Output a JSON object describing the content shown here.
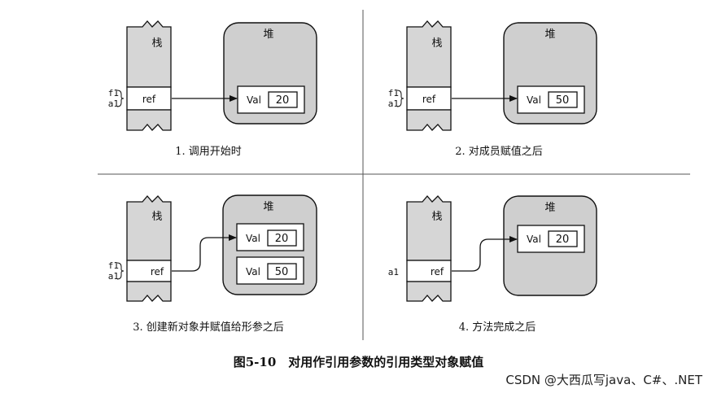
{
  "labels": {
    "stack": "栈",
    "heap": "堆",
    "ref": "ref",
    "val": "Val",
    "var_f1": "f1",
    "var_a1": "a1"
  },
  "panels": [
    {
      "caption": "1. 调用开始时",
      "vars": [
        "f1",
        "a1"
      ],
      "heap_values": [
        "20"
      ]
    },
    {
      "caption": "2. 对成员赋值之后",
      "vars": [
        "f1",
        "a1"
      ],
      "heap_values": [
        "50"
      ]
    },
    {
      "caption": "3. 创建新对象并赋值给形参之后",
      "vars": [
        "f1",
        "a1"
      ],
      "heap_values": [
        "20",
        "50"
      ]
    },
    {
      "caption": "4. 方法完成之后",
      "vars": [
        "a1"
      ],
      "heap_values": [
        "20"
      ]
    }
  ],
  "figure_caption": "图5-10　对用作引用参数的引用类型对象赋值",
  "watermark": "CSDN @大西瓜写java、C#、.NET",
  "colors": {
    "heap_fill": "#cfcfcf",
    "stack_fill": "#d6d6d6",
    "line": "#111111"
  }
}
